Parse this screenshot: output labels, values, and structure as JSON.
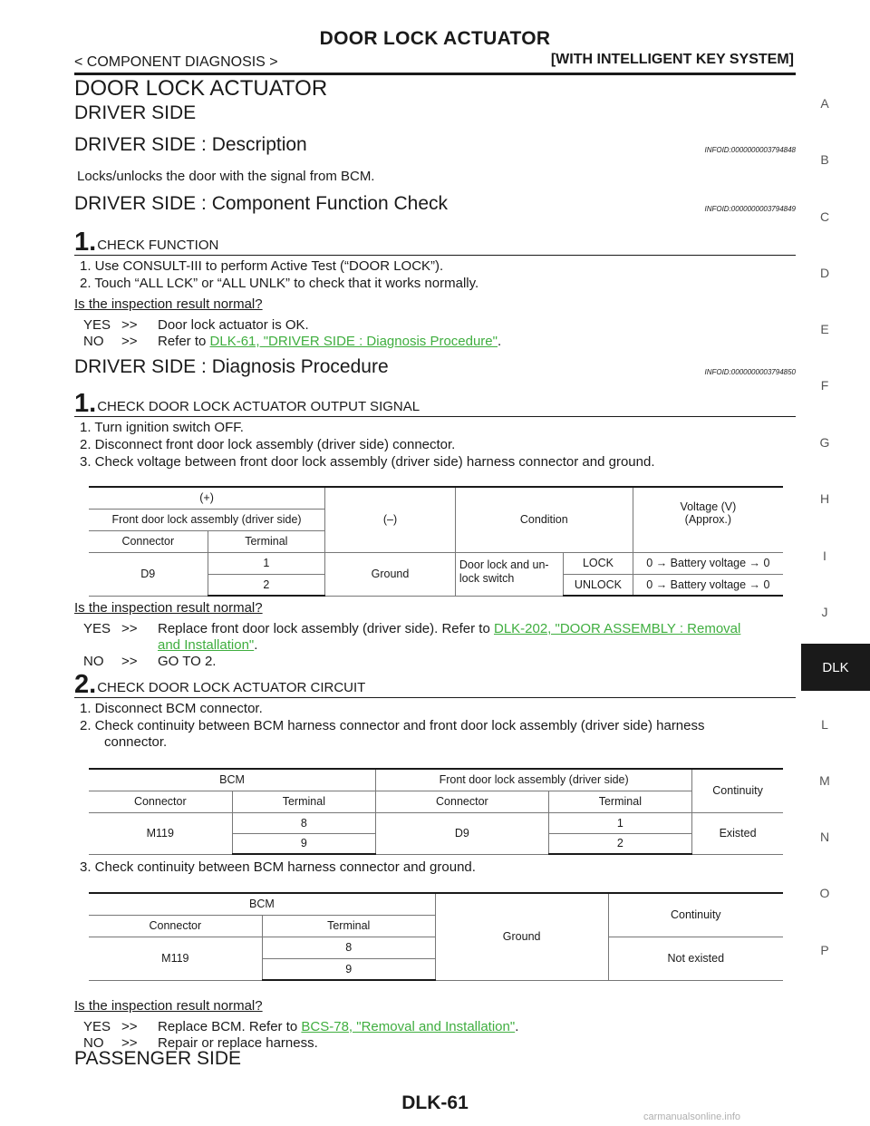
{
  "header": {
    "title": "DOOR LOCK ACTUATOR",
    "left": "< COMPONENT DIAGNOSIS >",
    "right": "[WITH INTELLIGENT KEY SYSTEM]"
  },
  "section_title": "DOOR LOCK ACTUATOR",
  "subsection_title": "DRIVER SIDE",
  "description": {
    "heading": "DRIVER SIDE : Description",
    "infoid": "INFOID:0000000003794848",
    "text": "Locks/unlocks the door with the signal from BCM."
  },
  "function_check": {
    "heading": "DRIVER SIDE : Component  Function  Check",
    "infoid": "INFOID:0000000003794849",
    "step1": {
      "num": "1.",
      "title": "CHECK FUNCTION",
      "items": [
        "1.  Use CONSULT-III to perform Active Test (“DOOR LOCK”).",
        "2.  Touch “ALL LCK” or “ALL UNLK” to check that it works normally."
      ],
      "question": "Is the inspection result normal?",
      "yes_key": "YES",
      "yes_arrow": ">>",
      "yes_text": "Door lock actuator is OK.",
      "no_key": "NO",
      "no_arrow": ">>",
      "no_text": "Refer to ",
      "no_link": "DLK-61, \"DRIVER SIDE : Diagnosis Procedure\"",
      "no_tail": "."
    }
  },
  "diagnosis": {
    "heading": "DRIVER SIDE : Diagnosis Procedure",
    "infoid": "INFOID:0000000003794850",
    "step1": {
      "num": "1.",
      "title": "CHECK DOOR LOCK ACTUATOR OUTPUT SIGNAL",
      "items": [
        "1.  Turn ignition switch OFF.",
        "2.  Disconnect front door lock assembly (driver side) connector.",
        "3.  Check voltage between front door lock assembly (driver side) harness connector and ground."
      ],
      "table": {
        "plus": "(+)",
        "comp": "Front door lock assembly (driver side)",
        "connector": "Connector",
        "terminal": "Terminal",
        "minus": "(–)",
        "condition": "Condition",
        "voltage": "Voltage (V)",
        "approx": "(Approx.)",
        "conn_val": "D9",
        "term1": "1",
        "term2": "2",
        "ground": "Ground",
        "cond_desc": "Door lock and un-lock switch",
        "lock": "LOCK",
        "unlock": "UNLOCK",
        "volt1": "0 → Battery voltage → 0",
        "volt2": "0 → Battery voltage → 0"
      },
      "question": "Is the inspection result normal?",
      "yes_key": "YES",
      "yes_arrow": ">>",
      "yes_text": "Replace front door lock assembly (driver side). Refer to ",
      "yes_link1": "DLK-202, \"DOOR ASSEMBLY : Removal",
      "yes_link2": "and Installation\"",
      "yes_tail": ".",
      "no_key": "NO",
      "no_arrow": ">>",
      "no_text": "GO TO 2."
    },
    "step2": {
      "num": "2.",
      "title": "CHECK DOOR LOCK ACTUATOR CIRCUIT",
      "items": [
        "1.  Disconnect BCM connector.",
        "2.  Check continuity between BCM harness connector and front door lock assembly (driver side) harness",
        "connector."
      ],
      "table1": {
        "bcm": "BCM",
        "comp": "Front door lock assembly (driver side)",
        "continuity": "Continuity",
        "connector_a": "Connector",
        "terminal_a": "Terminal",
        "connector_b": "Connector",
        "terminal_b": "Terminal",
        "conn_a_val": "M119",
        "term_a1": "8",
        "term_a2": "9",
        "conn_b_val": "D9",
        "term_b1": "1",
        "term_b2": "2",
        "result": "Existed"
      },
      "item3": "3.  Check continuity between BCM harness connector and ground.",
      "table2": {
        "bcm": "BCM",
        "connector": "Connector",
        "terminal": "Terminal",
        "ground": "Ground",
        "continuity": "Continuity",
        "conn_val": "M119",
        "term1": "8",
        "term2": "9",
        "result": "Not existed"
      },
      "question": "Is the inspection result normal?",
      "yes_key": "YES",
      "yes_arrow": ">>",
      "yes_text": "Replace BCM. Refer to ",
      "yes_link": "BCS-78, \"Removal and Installation\"",
      "yes_tail": ".",
      "no_key": "NO",
      "no_arrow": ">>",
      "no_text": "Repair or replace harness."
    }
  },
  "passenger_title": "PASSENGER SIDE",
  "side_index": [
    "A",
    "B",
    "C",
    "D",
    "E",
    "F",
    "G",
    "H",
    "I",
    "J",
    "DLK",
    "L",
    "M",
    "N",
    "O",
    "P"
  ],
  "page_number": "DLK-61",
  "watermark": "carmanualsonline.info"
}
